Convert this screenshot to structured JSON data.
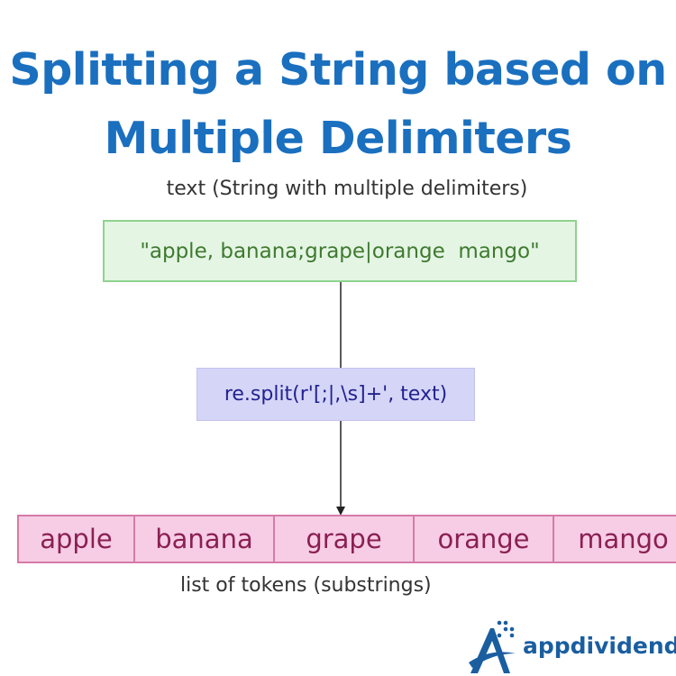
{
  "title": {
    "line1": "Splitting a String based on",
    "line2": "Multiple Delimiters"
  },
  "input": {
    "label": "text (String with multiple delimiters)",
    "value": "\"apple, banana;grape|orange  mango\""
  },
  "operation": {
    "label": "re.split(r'[;|,\\s]+', text)"
  },
  "output": {
    "tokens": [
      "apple",
      "banana",
      "grape",
      "orange",
      "mango"
    ],
    "label": "list of tokens (substrings)"
  },
  "logo": {
    "text": "appdividend",
    "icon": "appdividend-logo-icon"
  },
  "colors": {
    "title": "#1a6fbf",
    "input_fill": "#e4f5e4",
    "input_border": "#8fd38f",
    "input_text": "#3f7a2f",
    "operation_fill": "#d5d5f8",
    "operation_text": "#22228f",
    "token_fill": "#f6cde5",
    "token_border": "#d77aa8",
    "token_text": "#8b1f52",
    "arrow": "#222222"
  }
}
